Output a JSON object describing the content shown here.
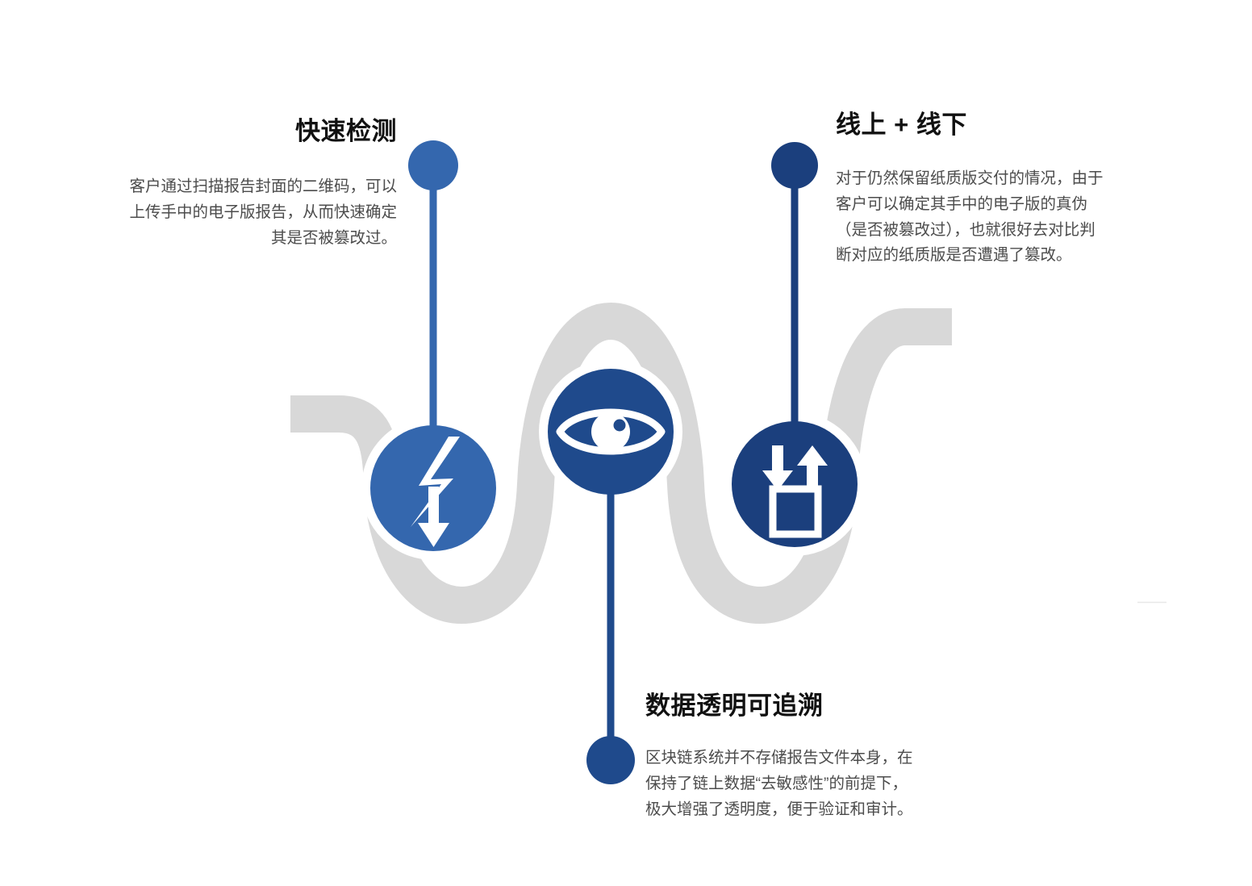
{
  "palette": {
    "ribbon_gray": "#D8D8D8",
    "blue_light": "#3467AE",
    "blue_mid": "#1F4A8C",
    "blue_dark": "#1B3F7D",
    "title_color": "#111111",
    "body_color": "#4C4C4C",
    "background": "#FFFFFF",
    "icon_fill": "#FFFFFF"
  },
  "sections": [
    {
      "id": "fast-detection",
      "title": "快速检测",
      "body": "客户通过扫描报告封面的二维码，可以上传手中的电子版报告，从而快速确定其是否被篡改过。",
      "body_lines": [
        "客户通过扫描报告封面的二维码，可以",
        "上传手中的电子版报告，从而快速确定",
        "其是否被篡改过。"
      ],
      "icon": "lightning-bolt-arrow-icon",
      "accent": "#3467AE",
      "align": "right"
    },
    {
      "id": "data-transparency",
      "title": "数据透明可追溯",
      "body": "区块链系统并不存储报告文件本身，在保持了链上数据“去敏感性”的前提下，极大增强了透明度，便于验证和审计。",
      "body_lines": [
        "区块链系统并不存储报告文件本身，在",
        "保持了链上数据“去敏感性”的前提下，",
        "极大增强了透明度，便于验证和审计。"
      ],
      "icon": "eye-icon",
      "accent": "#1F4A8C",
      "align": "left"
    },
    {
      "id": "online-offline",
      "title": "线上 + 线下",
      "body": "对于仍然保留纸质版交付的情况，由于客户可以确定其手中的电子版的真伪（是否被篡改过），也就很好去对比判断对应的纸质版是否遭遇了篡改。",
      "body_lines": [
        "对于仍然保留纸质版交付的情况，由于",
        "客户可以确定其手中的电子版的真伪",
        "（是否被篡改过），也就很好去对比判",
        "断对应的纸质版是否遭遇了篡改。"
      ],
      "icon": "upload-download-icon",
      "accent": "#1B3F7D",
      "align": "left"
    }
  ]
}
